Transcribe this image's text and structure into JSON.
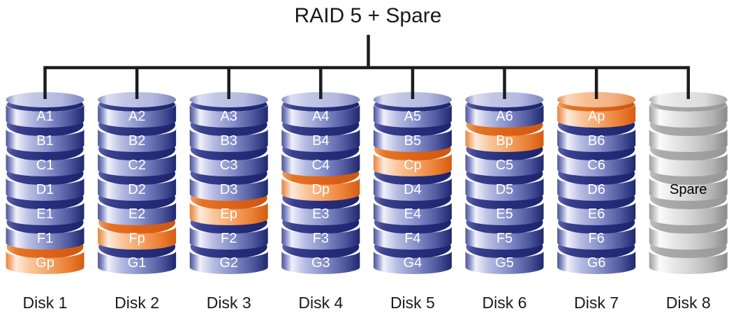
{
  "title": "RAID 5 + Spare",
  "palette": {
    "line": "#1c1c1c",
    "block_text": "#ffffff",
    "spare_text": "#000000",
    "data": {
      "body": [
        "#4b5398",
        "#8d94c8",
        "#f0f1fa",
        "#b7bce2",
        "#858ec9",
        "#515a9f",
        "#1f276f"
      ],
      "rim": [
        "#5a61a8",
        "#39408c",
        "#272e7b",
        "#1e2570"
      ],
      "cap": [
        "#7d85bb",
        "#dcdff2",
        "#c2c6e6",
        "#b4b9e0",
        "#7d85bb"
      ]
    },
    "parity": {
      "body": [
        "#e8843f",
        "#f4af7d",
        "#fdebdc",
        "#f9c89e",
        "#f3a466",
        "#ea7f33",
        "#d55c12"
      ],
      "rim": [
        "#ef9c63",
        "#e57426",
        "#e06318",
        "#cf5711"
      ],
      "cap": [
        "#e08a44",
        "#fbd9bd",
        "#f6c096",
        "#f3b285",
        "#e8894a"
      ]
    },
    "spare": {
      "body": [
        "#9e9e9e",
        "#c6c6c6",
        "#fbfbfb",
        "#e9e9e9",
        "#d2d2d2",
        "#b3b3b3",
        "#8a8a8a"
      ],
      "rim": [
        "#bdbdbd",
        "#ababab",
        "#a3a3a3",
        "#979797"
      ],
      "cap": [
        "#a8a8a8",
        "#f2f2f2",
        "#e6e6e6",
        "#dcdcdc",
        "#a5a5a5"
      ]
    }
  },
  "disks": [
    {
      "name": "Disk 1",
      "blocks": [
        {
          "label": "A1",
          "type": "data"
        },
        {
          "label": "B1",
          "type": "data"
        },
        {
          "label": "C1",
          "type": "data"
        },
        {
          "label": "D1",
          "type": "data"
        },
        {
          "label": "E1",
          "type": "data"
        },
        {
          "label": "F1",
          "type": "data"
        },
        {
          "label": "Gp",
          "type": "parity"
        }
      ]
    },
    {
      "name": "Disk 2",
      "blocks": [
        {
          "label": "A2",
          "type": "data"
        },
        {
          "label": "B2",
          "type": "data"
        },
        {
          "label": "C2",
          "type": "data"
        },
        {
          "label": "D2",
          "type": "data"
        },
        {
          "label": "E2",
          "type": "data"
        },
        {
          "label": "Fp",
          "type": "parity"
        },
        {
          "label": "G1",
          "type": "data"
        }
      ]
    },
    {
      "name": "Disk 3",
      "blocks": [
        {
          "label": "A3",
          "type": "data"
        },
        {
          "label": "B3",
          "type": "data"
        },
        {
          "label": "C3",
          "type": "data"
        },
        {
          "label": "D3",
          "type": "data"
        },
        {
          "label": "Ep",
          "type": "parity"
        },
        {
          "label": "F2",
          "type": "data"
        },
        {
          "label": "G2",
          "type": "data"
        }
      ]
    },
    {
      "name": "Disk 4",
      "blocks": [
        {
          "label": "A4",
          "type": "data"
        },
        {
          "label": "B4",
          "type": "data"
        },
        {
          "label": "C4",
          "type": "data"
        },
        {
          "label": "Dp",
          "type": "parity"
        },
        {
          "label": "E3",
          "type": "data"
        },
        {
          "label": "F3",
          "type": "data"
        },
        {
          "label": "G3",
          "type": "data"
        }
      ]
    },
    {
      "name": "Disk 5",
      "blocks": [
        {
          "label": "A5",
          "type": "data"
        },
        {
          "label": "B5",
          "type": "data"
        },
        {
          "label": "Cp",
          "type": "parity"
        },
        {
          "label": "D4",
          "type": "data"
        },
        {
          "label": "E4",
          "type": "data"
        },
        {
          "label": "F4",
          "type": "data"
        },
        {
          "label": "G4",
          "type": "data"
        }
      ]
    },
    {
      "name": "Disk 6",
      "blocks": [
        {
          "label": "A6",
          "type": "data"
        },
        {
          "label": "Bp",
          "type": "parity"
        },
        {
          "label": "C5",
          "type": "data"
        },
        {
          "label": "D5",
          "type": "data"
        },
        {
          "label": "E5",
          "type": "data"
        },
        {
          "label": "F5",
          "type": "data"
        },
        {
          "label": "G5",
          "type": "data"
        }
      ]
    },
    {
      "name": "Disk 7",
      "blocks": [
        {
          "label": "Ap",
          "type": "parity"
        },
        {
          "label": "B6",
          "type": "data"
        },
        {
          "label": "C6",
          "type": "data"
        },
        {
          "label": "D6",
          "type": "data"
        },
        {
          "label": "E6",
          "type": "data"
        },
        {
          "label": "F6",
          "type": "data"
        },
        {
          "label": "G6",
          "type": "data"
        }
      ]
    },
    {
      "name": "Disk 8",
      "blocks": [
        {
          "label": "",
          "type": "spare"
        },
        {
          "label": "",
          "type": "spare"
        },
        {
          "label": "",
          "type": "spare"
        },
        {
          "label": "Spare",
          "type": "spare"
        },
        {
          "label": "",
          "type": "spare"
        },
        {
          "label": "",
          "type": "spare"
        },
        {
          "label": "",
          "type": "spare"
        }
      ]
    }
  ]
}
